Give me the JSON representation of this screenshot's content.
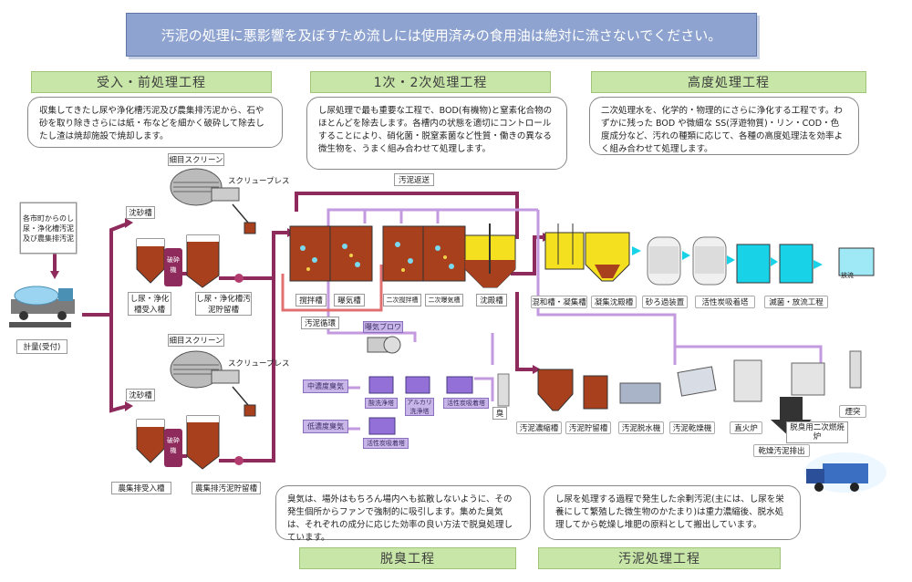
{
  "banner": "汚泥の処理に悪影響を及ぼすため流しには使用済みの食用油は絶対に流さないでください。",
  "sections": {
    "intake": {
      "title": "受入・前処理工程",
      "desc": "収集してきたし尿や浄化槽汚泥及び農集排汚泥から、石や砂を取り除きさらには紙・布などを細かく破砕して除去したし渣は焼却施設で焼却します。"
    },
    "biological": {
      "title": "1次・2次処理工程",
      "desc": "し尿処理で最も重要な工程で、BOD(有機物)と窒素化合物のほとんどを除去します。各槽内の状態を適切にコントロールすることにより、硝化菌・脱窒素菌など性質・働きの異なる微生物を、うまく組み合わせて処理します。"
    },
    "advanced": {
      "title": "高度処理工程",
      "desc": "二次処理水を、化学的・物理的にさらに浄化する工程です。わずかに残った BOD や微細な SS(浮遊物質)・リン・COD・色度成分など、汚れの種類に応じて、各種の高度処理法を効率よく組み合わせて処理します。"
    },
    "deodor": {
      "title": "脱臭工程",
      "desc": "臭気は、場外はもちろん場内へも拡散しないように、その発生個所からファンで強制的に吸引します。集めた臭気は、それぞれの成分に応じた効率の良い方法で脱臭処理しています。"
    },
    "sludge": {
      "title": "汚泥処理工程",
      "desc": "し尿を処理する過程で発生した余剰汚泥(主には、し尿を栄養にして繁殖した微生物のかたまり)は重力濃縮後、脱水処理してから乾燥し堆肥の原料として搬出しています。"
    }
  },
  "labels": {
    "source": "各市町からのし尿・浄化槽汚泥及び農集排汚泥",
    "weighing": "計量(受付)",
    "fine_screen": "細目スクリーン",
    "screw_press": "スクリュープレス",
    "grit": "沈砂槽",
    "crusher": "破砕機",
    "nightsoil_receive": "し尿・浄化槽受入槽",
    "nightsoil_storage": "し尿・浄化槽汚泥貯留槽",
    "agri_receive": "農集排受入槽",
    "agri_storage": "農集排汚泥貯留槽",
    "return_sludge": "汚泥返送",
    "stir_tank": "撹拌槽",
    "aeration_tank": "曝気槽",
    "secondary_stir": "二次撹拌槽",
    "secondary_aer": "二次曝気槽",
    "sludge_circ": "汚泥循環",
    "blower": "曝気ブロワ",
    "settling": "沈殿槽",
    "mix_coag": "混和槽・凝集槽",
    "coag_settle": "凝集沈殿槽",
    "sand_filter": "砂ろ過装置",
    "carbon_tower": "活性炭吸着塔",
    "disinfect": "滅菌・放流工程",
    "discharge": "放流",
    "mid_odor": "中濃度臭気",
    "low_odor": "低濃度臭気",
    "acid_wash": "酸洗浄塔",
    "alkali_wash": "アルカリ洗浄塔",
    "carbon_adsorb": "活性炭吸着塔",
    "carbon_adsorb2": "活性炭吸着塔",
    "odor": "臭",
    "thickener": "汚泥濃縮槽",
    "sludge_storage": "汚泥貯留槽",
    "dewater": "汚泥脱水機",
    "dryer": "汚泥乾燥機",
    "direct_furnace": "直火炉",
    "deodor_furnace": "脱臭用二次燃焼炉",
    "chimney": "煙突",
    "dried_out": "乾燥汚泥排出"
  },
  "colors": {
    "pipe_main": "#8e2a5c",
    "pipe_light": "#c39adf",
    "pipe_red": "#e07070",
    "tank_brown": "#a8401e",
    "tank_yellow": "#f5e020",
    "water_cyan": "#18d2e8",
    "section_green": "#c8e6a8",
    "banner": "#8ea3cf"
  }
}
